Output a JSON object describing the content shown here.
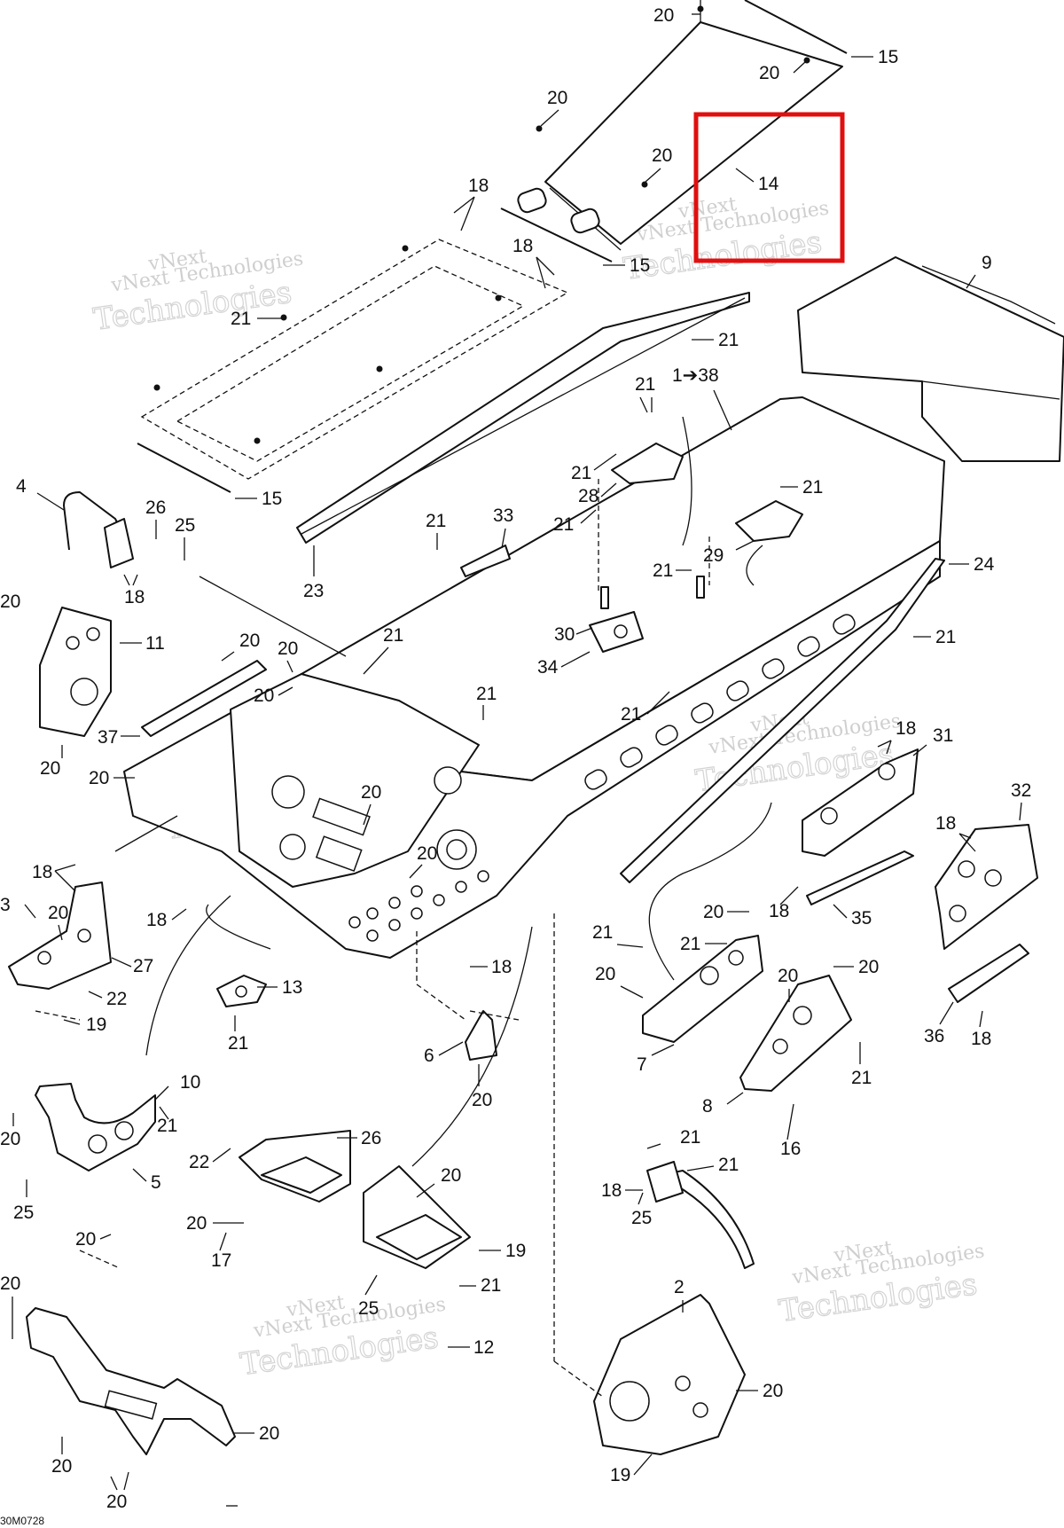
{
  "diagram": {
    "callouts": [
      {
        "id": "c20a",
        "text": "20"
      },
      {
        "id": "c15a",
        "text": "15"
      },
      {
        "id": "c20b",
        "text": "20"
      },
      {
        "id": "c20c",
        "text": "20"
      },
      {
        "id": "c20d",
        "text": "20"
      },
      {
        "id": "c14",
        "text": "14"
      },
      {
        "id": "c18a",
        "text": "18"
      },
      {
        "id": "c18b",
        "text": "18"
      },
      {
        "id": "c15b",
        "text": "15"
      },
      {
        "id": "c9",
        "text": "9"
      },
      {
        "id": "c21a",
        "text": "21"
      },
      {
        "id": "c21b",
        "text": "21"
      },
      {
        "id": "c1to38",
        "text": "1➔38"
      },
      {
        "id": "c21c",
        "text": "21"
      },
      {
        "id": "c15c",
        "text": "15"
      },
      {
        "id": "c21d",
        "text": "21"
      },
      {
        "id": "c28",
        "text": "28"
      },
      {
        "id": "c21e",
        "text": "21"
      },
      {
        "id": "c21f",
        "text": "21"
      },
      {
        "id": "c4",
        "text": "4"
      },
      {
        "id": "c26a",
        "text": "26"
      },
      {
        "id": "c25a",
        "text": "25"
      },
      {
        "id": "c21g",
        "text": "21"
      },
      {
        "id": "c33",
        "text": "33"
      },
      {
        "id": "c29",
        "text": "29"
      },
      {
        "id": "c21h",
        "text": "21"
      },
      {
        "id": "c24",
        "text": "24"
      },
      {
        "id": "c18c",
        "text": "18"
      },
      {
        "id": "c23",
        "text": "23"
      },
      {
        "id": "c20e",
        "text": "20"
      },
      {
        "id": "c11",
        "text": "11"
      },
      {
        "id": "c30",
        "text": "30"
      },
      {
        "id": "c21i",
        "text": "21"
      },
      {
        "id": "c34",
        "text": "34"
      },
      {
        "id": "c21j",
        "text": "21"
      },
      {
        "id": "c20f",
        "text": "20"
      },
      {
        "id": "c20g",
        "text": "20"
      },
      {
        "id": "c20h",
        "text": "20"
      },
      {
        "id": "c21k",
        "text": "21"
      },
      {
        "id": "c21l",
        "text": "21"
      },
      {
        "id": "c37",
        "text": "37"
      },
      {
        "id": "c18d",
        "text": "18"
      },
      {
        "id": "c31",
        "text": "31"
      },
      {
        "id": "c20i",
        "text": "20"
      },
      {
        "id": "c20j",
        "text": "20"
      },
      {
        "id": "c20k",
        "text": "20"
      },
      {
        "id": "c32",
        "text": "32"
      },
      {
        "id": "c18e",
        "text": "18"
      },
      {
        "id": "c18f",
        "text": "18"
      },
      {
        "id": "c3",
        "text": "3"
      },
      {
        "id": "c20l",
        "text": "20"
      },
      {
        "id": "c20m",
        "text": "20"
      },
      {
        "id": "c18g",
        "text": "18"
      },
      {
        "id": "c18h",
        "text": "18"
      },
      {
        "id": "c35",
        "text": "35"
      },
      {
        "id": "c27",
        "text": "27"
      },
      {
        "id": "c20n",
        "text": "20"
      },
      {
        "id": "c21m",
        "text": "21"
      },
      {
        "id": "c21n",
        "text": "21"
      },
      {
        "id": "c22a",
        "text": "22"
      },
      {
        "id": "c13",
        "text": "13"
      },
      {
        "id": "c18i",
        "text": "18"
      },
      {
        "id": "c20o",
        "text": "20"
      },
      {
        "id": "c20p",
        "text": "20"
      },
      {
        "id": "c20q",
        "text": "20"
      },
      {
        "id": "c19a",
        "text": "19"
      },
      {
        "id": "c21o",
        "text": "21"
      },
      {
        "id": "c36",
        "text": "36"
      },
      {
        "id": "c18j",
        "text": "18"
      },
      {
        "id": "c6",
        "text": "6"
      },
      {
        "id": "c7",
        "text": "7"
      },
      {
        "id": "c21p",
        "text": "21"
      },
      {
        "id": "c10",
        "text": "10"
      },
      {
        "id": "c8",
        "text": "8"
      },
      {
        "id": "c20r",
        "text": "20"
      },
      {
        "id": "c20s",
        "text": "20"
      },
      {
        "id": "c21q",
        "text": "21"
      },
      {
        "id": "c16",
        "text": "16"
      },
      {
        "id": "c26b",
        "text": "26"
      },
      {
        "id": "c21r",
        "text": "21"
      },
      {
        "id": "c22b",
        "text": "22"
      },
      {
        "id": "c5",
        "text": "5"
      },
      {
        "id": "c21s",
        "text": "21"
      },
      {
        "id": "c20t",
        "text": "20"
      },
      {
        "id": "c25b",
        "text": "25"
      },
      {
        "id": "c18k",
        "text": "18"
      },
      {
        "id": "c25c",
        "text": "25"
      },
      {
        "id": "c20u",
        "text": "20"
      },
      {
        "id": "c20v",
        "text": "20"
      },
      {
        "id": "c17",
        "text": "17"
      },
      {
        "id": "c19b",
        "text": "19"
      },
      {
        "id": "c20w",
        "text": "20"
      },
      {
        "id": "c21t",
        "text": "21"
      },
      {
        "id": "c25d",
        "text": "25"
      },
      {
        "id": "c12",
        "text": "12"
      },
      {
        "id": "c20x",
        "text": "20"
      },
      {
        "id": "c2",
        "text": "2"
      },
      {
        "id": "c20y",
        "text": "20"
      },
      {
        "id": "c20z",
        "text": "20"
      },
      {
        "id": "c19c",
        "text": "19"
      },
      {
        "id": "c20aa",
        "text": "20"
      }
    ],
    "figure_code": "30M0728",
    "watermark_line1": "vNext",
    "watermark_line2": "Technologies",
    "watermark_line3": "vNext Technologies",
    "highlight_color": "#e01010"
  }
}
